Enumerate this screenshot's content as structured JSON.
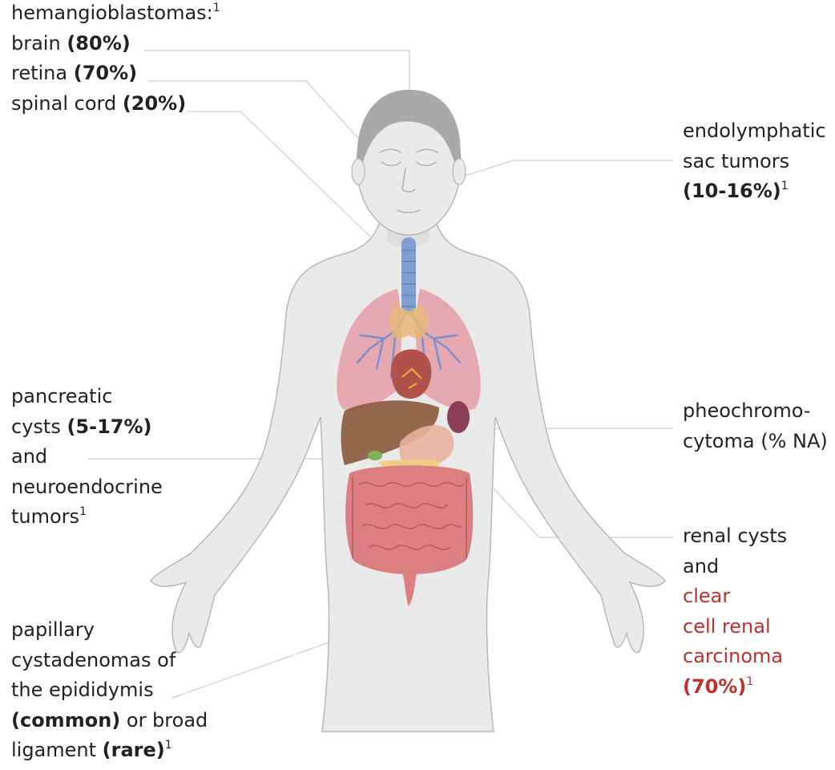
{
  "colors": {
    "leader_line": "#c9dcdc",
    "text": "#222222",
    "highlight_text": "#c0302c",
    "body_fill": "#eaeaea",
    "body_outline": "#b8b8b8",
    "hair": "#a9a9a9",
    "lungs": "#e7a9b1",
    "bronchi": "#7d8fc7",
    "trachea": "#7fa0d0",
    "thyroid": "#e6b777",
    "heart": "#b0524a",
    "liver": "#8a5a3c",
    "spleen": "#8a3f57",
    "stomach": "#e9b29f",
    "intestine": "#dc7f82",
    "gallbladder": "#7fb25c",
    "pancreas": "#f0cd84"
  },
  "icons": [
    "human-body-illustration",
    "lungs-icon",
    "heart-icon",
    "liver-icon",
    "intestines-icon",
    "trachea-icon"
  ],
  "annotations": {
    "cns": {
      "title": "hemangioblastomas:",
      "title_ref": "1",
      "brain": "brain ",
      "brain_pct": "(80%)",
      "retina": "retina ",
      "retina_pct": "(70%)",
      "spinal": "spinal cord ",
      "spinal_pct": "(20%)"
    },
    "ear": {
      "line1": "endolymphatic",
      "line2": "sac tumors",
      "pct": "(10-16%)",
      "ref": "1"
    },
    "pancreas": {
      "line1": "pancreatic",
      "line2_text": "cysts ",
      "line2_pct": "(5-17%)",
      "line3": "and",
      "line4": "neuroendocrine",
      "line5": "tumors",
      "ref": "1"
    },
    "adrenal": {
      "line1": "pheochromo-",
      "line2": "cytoma (% NA)"
    },
    "kidney": {
      "line1": "renal cysts",
      "line2": "and",
      "line3": "clear",
      "line4": "cell renal",
      "line5": "carcinoma",
      "pct": "(70%)",
      "ref": "1"
    },
    "reproductive": {
      "line1": "papillary",
      "line2": "cystadenomas of",
      "line3": "the epididymis",
      "line4_pct": "(common)",
      "line4_text": " or broad",
      "line5_text": "ligament ",
      "line5_pct": "(rare)",
      "ref": "1"
    }
  }
}
